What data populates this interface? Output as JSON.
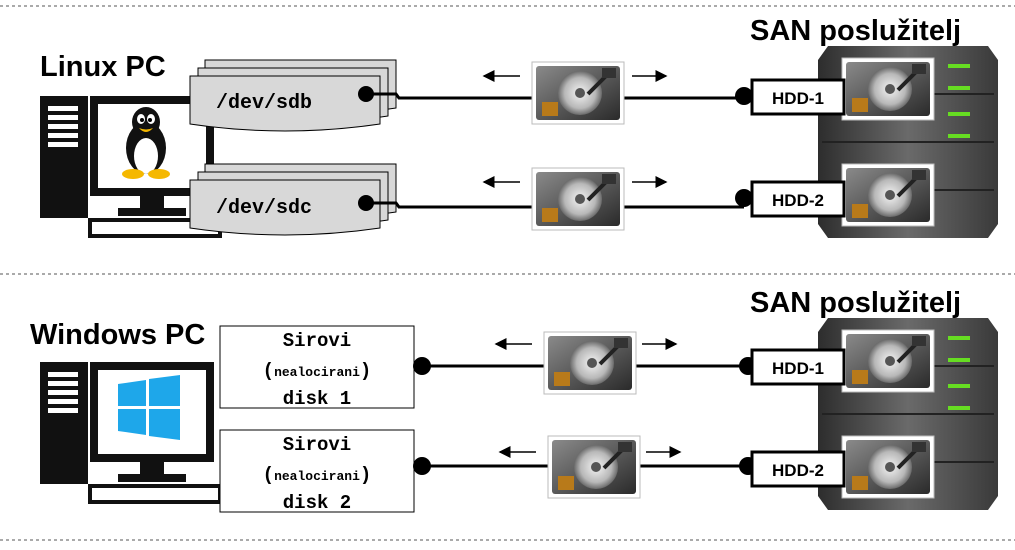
{
  "top": {
    "pc_label": "Linux PC",
    "server_label": "SAN poslužitelj",
    "devices": [
      "/dev/sdb",
      "/dev/sdc"
    ],
    "hdd_labels": [
      "HDD-1",
      "HDD-2"
    ]
  },
  "bottom": {
    "pc_label": "Windows PC",
    "server_label": "SAN poslužitelj",
    "disk1": {
      "line1": "Sirovi",
      "line2_open": "(",
      "line2_word": "nealocirani",
      "line2_close": ")",
      "line3": "disk 1"
    },
    "disk2": {
      "line1": "Sirovi",
      "line2_open": "(",
      "line2_word": "nealocirani",
      "line2_close": ")",
      "line3": "disk 2"
    },
    "hdd_labels": [
      "HDD-1",
      "HDD-2"
    ]
  },
  "colors": {
    "server": "#5a5a5a",
    "server_led": "#66dd22",
    "windows_logo": "#1ea7ea",
    "wire": "#000000"
  },
  "icons": [
    "tower-pc-icon",
    "monitor-icon",
    "tux-penguin-icon",
    "windows-logo-icon",
    "hard-drive-icon",
    "server-rack-icon"
  ]
}
